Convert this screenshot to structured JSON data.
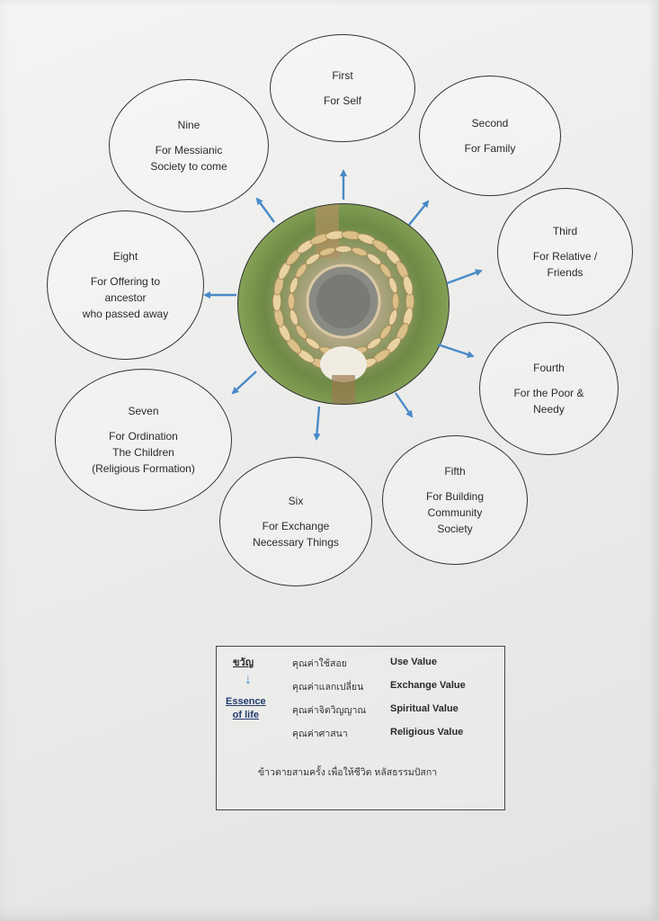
{
  "diagram": {
    "center_image": "rice-ear-ornament-photo",
    "arrow_color": "#4a8ac8",
    "circles": [
      {
        "ordinal": "First",
        "text": "For Self"
      },
      {
        "ordinal": "Second",
        "text": "For Family"
      },
      {
        "ordinal": "Third",
        "text": "For Relative /\nFriends"
      },
      {
        "ordinal": "Fourth",
        "text": "For the Poor &\nNeedy"
      },
      {
        "ordinal": "Fifth",
        "text": "For Building\nCommunity\nSociety"
      },
      {
        "ordinal": "Six",
        "text": "For Exchange\nNecessary Things"
      },
      {
        "ordinal": "Seven",
        "text": "For Ordination\nThe Children\n(Religious Formation)"
      },
      {
        "ordinal": "Eight",
        "text": "For Offering to\nancestor\nwho passed away"
      },
      {
        "ordinal": "Nine",
        "text": "For Messianic\nSociety to come"
      }
    ]
  },
  "legend": {
    "term": "ขวัญ",
    "arrow": "↓",
    "essence": "Essence\nof life",
    "rows": [
      {
        "thai": "คุณค่าใช้สอย",
        "english": "Use Value"
      },
      {
        "thai": "คุณค่าแลกเปลี่ยน",
        "english": "Exchange Value"
      },
      {
        "thai": "คุณค่าจิตวิญญาณ",
        "english": "Spiritual  Value"
      },
      {
        "thai": "คุณค่าศาสนา",
        "english": "Religious Value"
      }
    ],
    "footer": "ข้าวตายสามครั้ง   เพื่อให้ชีวิต   หลัสธรรมปัสกา"
  }
}
